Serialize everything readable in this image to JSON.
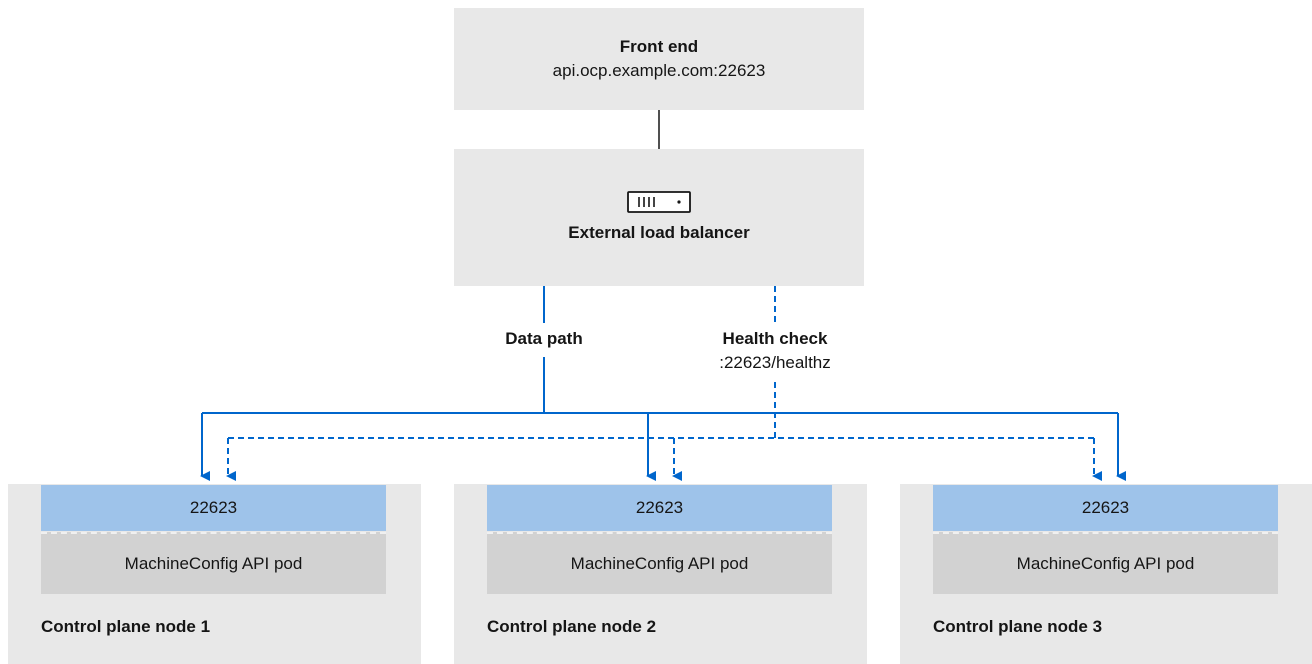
{
  "front_end": {
    "title": "Front end",
    "address": "api.ocp.example.com:22623"
  },
  "load_balancer": {
    "icon": "load-balancer-icon",
    "title": "External load balancer"
  },
  "data_path": {
    "label": "Data path"
  },
  "health_check": {
    "label": "Health check",
    "path": ":22623/healthz"
  },
  "nodes": [
    {
      "port": "22623",
      "pod": "MachineConfig API pod",
      "title": "Control plane node 1"
    },
    {
      "port": "22623",
      "pod": "MachineConfig API pod",
      "title": "Control plane node 2"
    },
    {
      "port": "22623",
      "pod": "MachineConfig API pod",
      "title": "Control plane node 3"
    }
  ],
  "colors": {
    "box_bg": "#e8e8e8",
    "port_bg": "#9ec3ea",
    "pod_bg": "#d2d2d2",
    "arrow": "#0066cc",
    "connector": "#151515"
  }
}
